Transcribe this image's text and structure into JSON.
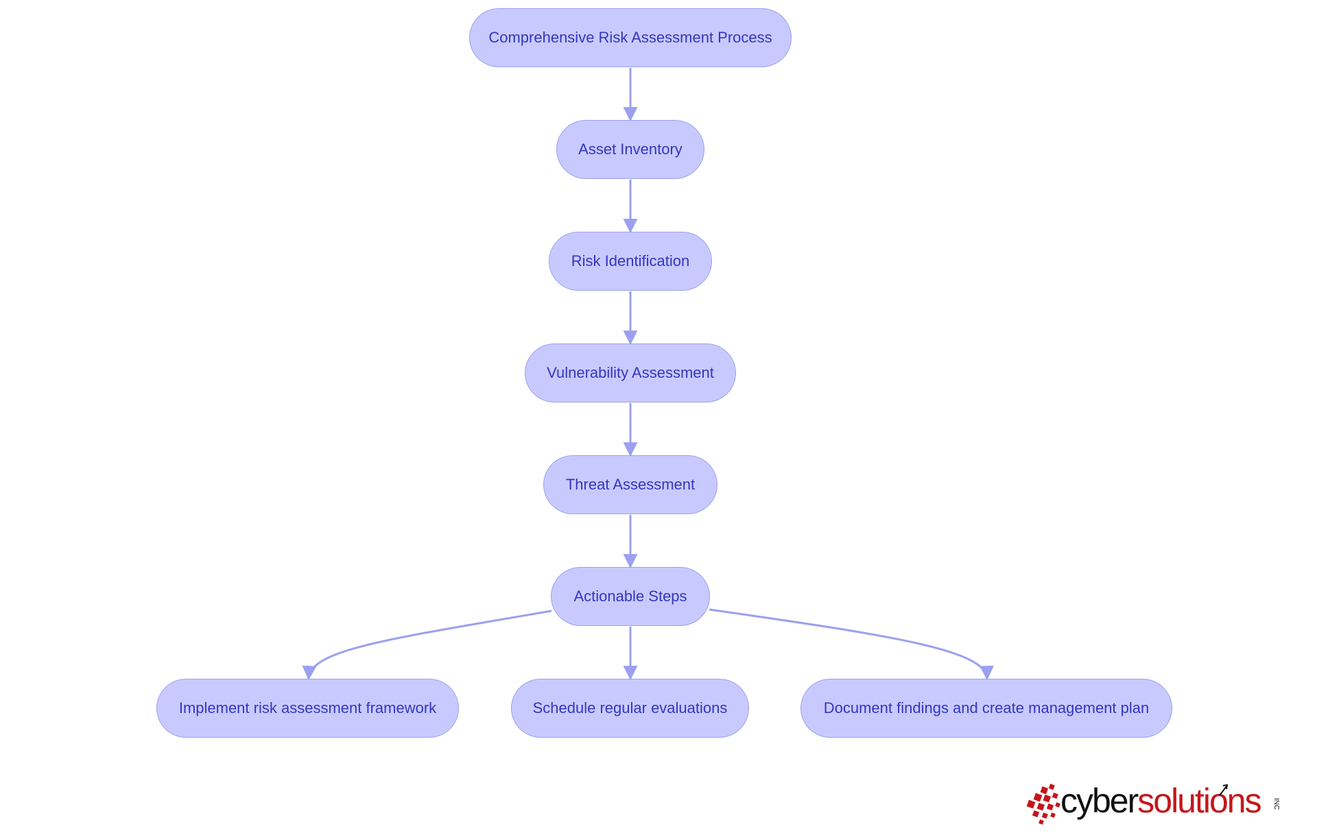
{
  "diagram": {
    "nodes": {
      "root": "Comprehensive Risk Assessment Process",
      "asset_inventory": "Asset Inventory",
      "risk_identification": "Risk Identification",
      "vulnerability_assessment": "Vulnerability Assessment",
      "threat_assessment": "Threat Assessment",
      "actionable_steps": "Actionable Steps",
      "implement_framework": "Implement risk assessment framework",
      "schedule_evaluations": "Schedule regular evaluations",
      "document_findings": "Document findings and create management plan"
    },
    "edges": [
      [
        "root",
        "asset_inventory"
      ],
      [
        "asset_inventory",
        "risk_identification"
      ],
      [
        "risk_identification",
        "vulnerability_assessment"
      ],
      [
        "vulnerability_assessment",
        "threat_assessment"
      ],
      [
        "threat_assessment",
        "actionable_steps"
      ],
      [
        "actionable_steps",
        "implement_framework"
      ],
      [
        "actionable_steps",
        "schedule_evaluations"
      ],
      [
        "actionable_steps",
        "document_findings"
      ]
    ]
  },
  "colors": {
    "node_fill": "#c8caff",
    "node_border": "#9ca0ec",
    "node_text": "#3436c0",
    "edge": "#9ba0ef",
    "logo_dark": "#111111",
    "logo_red": "#c4161c"
  },
  "logo": {
    "word_dark": "cyber",
    "word_red": "solutions",
    "suffix": "INC"
  }
}
